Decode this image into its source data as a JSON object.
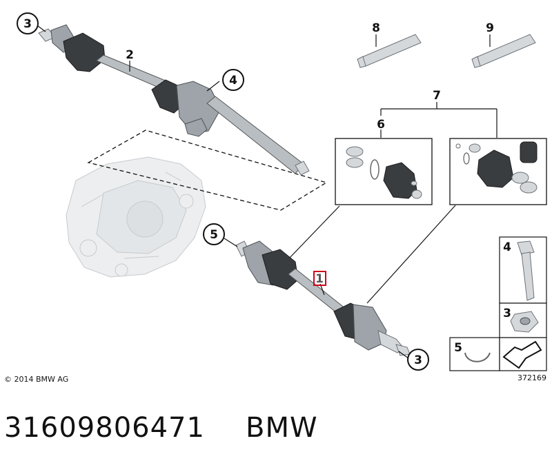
{
  "labels": {
    "part1": "1",
    "part2": "2",
    "part3_top": "3",
    "part3_bottom": "3",
    "part4": "4",
    "part5": "5",
    "part6": "6",
    "part7": "7",
    "part8": "8",
    "part9": "9"
  },
  "legend": {
    "item4": "4",
    "item3": "3",
    "item5": "5"
  },
  "copyright": "© 2014 BMW AG",
  "diagram_number": "372169",
  "part_number": "31609806471",
  "brand": "BMW",
  "colors": {
    "highlight": "#d0021b",
    "line": "#111111"
  }
}
